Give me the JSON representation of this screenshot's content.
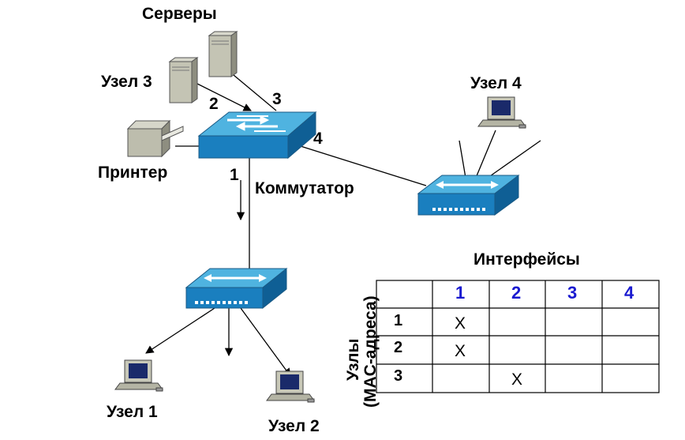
{
  "labels": {
    "servers": "Серверы",
    "node3": "Узел 3",
    "node4": "Узел 4",
    "printer": "Принтер",
    "switch": "Коммутатор",
    "node1": "Узел 1",
    "node2": "Узел 2"
  },
  "ports": {
    "p1": "1",
    "p2": "2",
    "p3": "3",
    "p4": "4"
  },
  "table": {
    "title": "Интерфейсы",
    "row_axis_line1": "Узлы",
    "row_axis_line2": "(MAC-адреса)",
    "columns": [
      "1",
      "2",
      "3",
      "4"
    ],
    "rows": [
      {
        "label": "1",
        "cells": [
          "X",
          "",
          "",
          ""
        ]
      },
      {
        "label": "2",
        "cells": [
          "X",
          "",
          "",
          ""
        ]
      },
      {
        "label": "3",
        "cells": [
          "",
          "X",
          "",
          ""
        ]
      }
    ]
  },
  "colors": {
    "switch_top": "#4fb3e0",
    "switch_front": "#1a7fbf",
    "switch_side": "#0f5f95",
    "header_text": "#1a1ad0",
    "device_gray": "#b8b8a8"
  },
  "icons": [
    "server-icon",
    "printer-icon",
    "workstation-icon",
    "switch-icon",
    "hub-icon"
  ]
}
